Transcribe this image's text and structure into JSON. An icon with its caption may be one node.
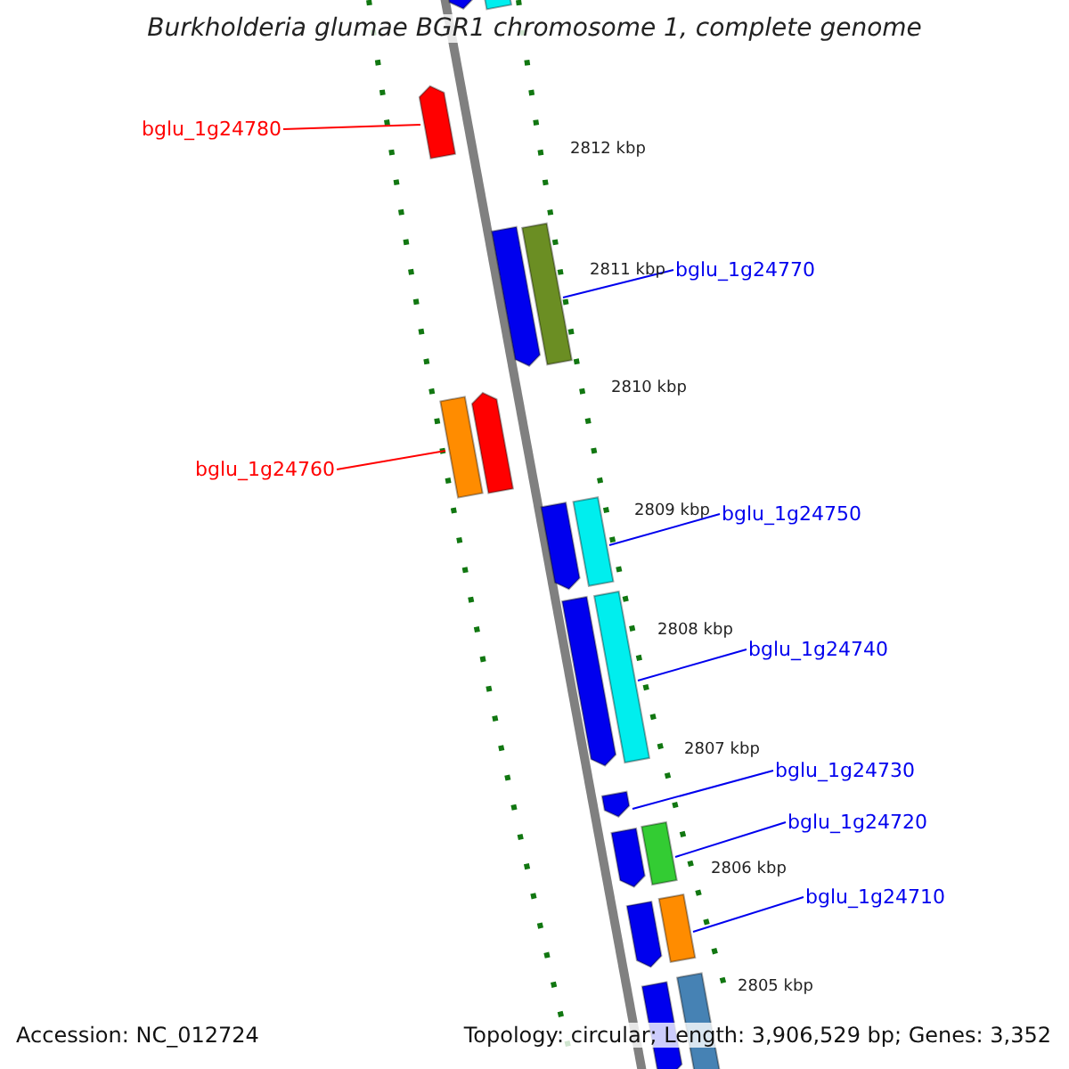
{
  "diagram": {
    "title": "Burkholderia glumae BGR1 chromosome 1, complete genome",
    "nodes": [
      {
        "text": [
          "bglu_1g24780"
        ]
      },
      {
        "text": [],
        "shape": "bar"
      },
      {
        "text": [
          "bglu_1g24770"
        ]
      },
      {
        "text": [],
        "shape": "bar"
      },
      {
        "text": [
          "bglu_1g24760"
        ]
      },
      {
        "text": [],
        "shape": "bar"
      },
      {
        "text": [
          "bglu_1g24750"
        ]
      },
      {
        "text": [],
        "shape": "bar"
      },
      {
        "text": [
          "bglu_1g24740"
        ]
      },
      {
        "text": [],
        "shape": "bar"
      },
      {
        "text": [
          "bglu_1g24730"
        ]
      },
      {
        "text": [],
        "shape": "bar"
      },
      {
        "text": [
          "bglu_1g24720"
        ]
      },
      {
        "text": [],
        "shape": "bar"
      },
      {
        "text": [
          "bglu_1g24710"
        ]
      },
      {
        "text": [],
        "shape": "bar"
      },
      {
        "text": [],
        "shape": "bar"
      },
      {
        "text": [],
        "shape": "bar"
      },
      {
        "text": [],
        "shape": "bar"
      },
      {
        "text": [],
        "shape": "bar"
      },
      {
        "text": [],
        "shape": "bar"
      },
      {
        "text": [],
        "shape": "bar"
      },
      {
        "text": [],
        "shape": "bar"
      },
      {
        "text": [],
        "shape": "bar"
      },
      {
        "text": [],
        "shape": "bar"
      },
      {
        "text": [],
        "shape": "bar"
      }
    ],
    "edges": [
      {
        "from": 0,
        "to": 1,
        "arrow": "none",
        "color": "#ff0000"
      },
      {
        "from": 2,
        "to": 3,
        "arrow": "none"
      },
      {
        "from": 4,
        "to": 5,
        "arrow": "none",
        "color": "#ff0000"
      },
      {
        "from": 6,
        "to": 7,
        "arrow": "none"
      },
      {
        "from": 8,
        "to": 9,
        "arrow": "none"
      },
      {
        "from": 10,
        "to": 11,
        "arrow": "none"
      },
      {
        "from": 12,
        "to": 13,
        "arrow": "none"
      },
      {
        "from": 14,
        "to": 15,
        "arrow": "none"
      }
    ],
    "labels": [
      "2812 kbp",
      "2811 kbp",
      "2810 kbp",
      "2809 kbp",
      "2808 kbp",
      "2807 kbp",
      "2806 kbp",
      "2805 kbp",
      "Accession: NC_012724",
      "Topology: circular; Length: 3,906,529 bp; Genes: 3,352"
    ]
  }
}
